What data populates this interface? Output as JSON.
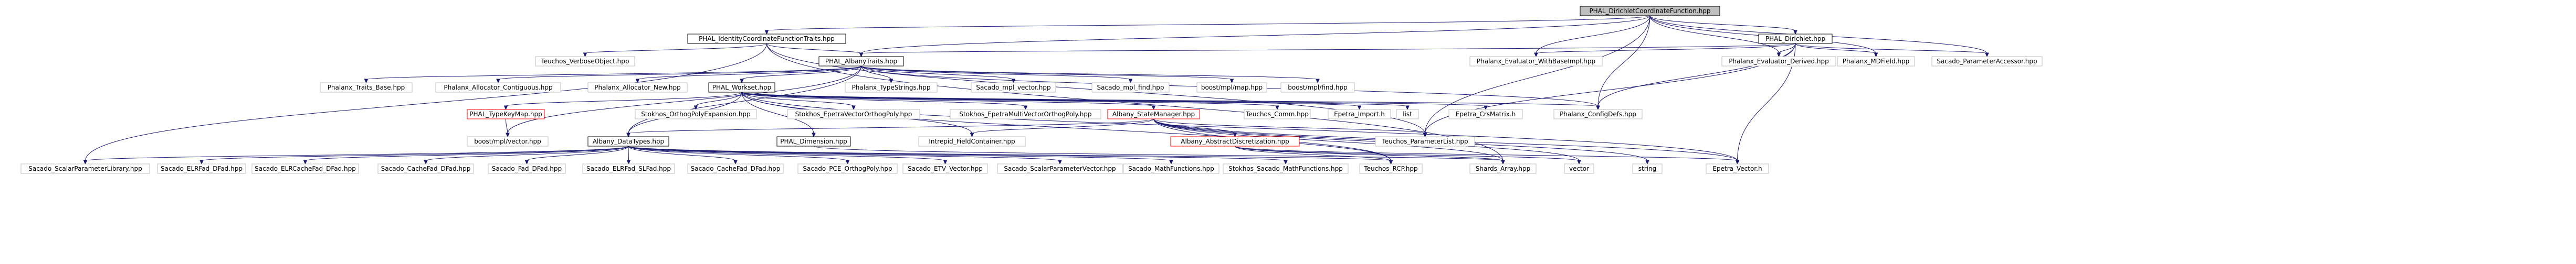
{
  "graph": {
    "nodes": [
      {
        "id": "root",
        "label": "PHAL_DirichletCoordinateFunction.hpp",
        "style": "root"
      },
      {
        "id": "ident",
        "label": "PHAL_IdentityCoordinateFunctionTraits.hpp",
        "style": "normal"
      },
      {
        "id": "dirichlet",
        "label": "PHAL_Dirichlet.hpp",
        "style": "normal"
      },
      {
        "id": "verbose",
        "label": "Teuchos_VerboseObject.hpp",
        "style": "gray"
      },
      {
        "id": "traits",
        "label": "PHAL_AlbanyTraits.hpp",
        "style": "normal"
      },
      {
        "id": "evalwbase",
        "label": "Phalanx_Evaluator_WithBaseImpl.hpp",
        "style": "gray"
      },
      {
        "id": "evalderived",
        "label": "Phalanx_Evaluator_Derived.hpp",
        "style": "gray"
      },
      {
        "id": "mdfield",
        "label": "Phalanx_MDField.hpp",
        "style": "gray"
      },
      {
        "id": "paramacc",
        "label": "Sacado_ParameterAccessor.hpp",
        "style": "gray"
      },
      {
        "id": "traitsbase",
        "label": "Phalanx_Traits_Base.hpp",
        "style": "gray"
      },
      {
        "id": "alloccont",
        "label": "Phalanx_Allocator_Contiguous.hpp",
        "style": "gray"
      },
      {
        "id": "allocnew",
        "label": "Phalanx_Allocator_New.hpp",
        "style": "gray"
      },
      {
        "id": "workset",
        "label": "PHAL_Workset.hpp",
        "style": "normal"
      },
      {
        "id": "typestrings",
        "label": "Phalanx_TypeStrings.hpp",
        "style": "gray"
      },
      {
        "id": "mplvector",
        "label": "Sacado_mpl_vector.hpp",
        "style": "gray"
      },
      {
        "id": "mplfind",
        "label": "Sacado_mpl_find.hpp",
        "style": "gray"
      },
      {
        "id": "boostmap",
        "label": "boost/mpl/map.hpp",
        "style": "gray"
      },
      {
        "id": "boostfind",
        "label": "boost/mpl/find.hpp",
        "style": "gray"
      },
      {
        "id": "typekeymap",
        "label": "PHAL_TypeKeyMap.hpp",
        "style": "red"
      },
      {
        "id": "orthopoly",
        "label": "Stokhos_OrthogPolyExpansion.hpp",
        "style": "gray"
      },
      {
        "id": "epetravec",
        "label": "Stokhos_EpetraVectorOrthogPoly.hpp",
        "style": "gray"
      },
      {
        "id": "epetramulti",
        "label": "Stokhos_EpetraMultiVectorOrthogPoly.hpp",
        "style": "gray"
      },
      {
        "id": "statemgr",
        "label": "Albany_StateManager.hpp",
        "style": "red"
      },
      {
        "id": "comm",
        "label": "Teuchos_Comm.hpp",
        "style": "gray"
      },
      {
        "id": "import",
        "label": "Epetra_Import.h",
        "style": "gray"
      },
      {
        "id": "list",
        "label": "list",
        "style": "gray"
      },
      {
        "id": "crs",
        "label": "Epetra_CrsMatrix.h",
        "style": "gray"
      },
      {
        "id": "configdefs",
        "label": "Phalanx_ConfigDefs.hpp",
        "style": "gray"
      },
      {
        "id": "boostvector",
        "label": "boost/mpl/vector.hpp",
        "style": "gray"
      },
      {
        "id": "datatypes",
        "label": "Albany_DataTypes.hpp",
        "style": "normal"
      },
      {
        "id": "dimension",
        "label": "PHAL_Dimension.hpp",
        "style": "normal"
      },
      {
        "id": "intrepid",
        "label": "Intrepid_FieldContainer.hpp",
        "style": "gray"
      },
      {
        "id": "absdisc",
        "label": "Albany_AbstractDiscretization.hpp",
        "style": "red"
      },
      {
        "id": "paramlist",
        "label": "Teuchos_ParameterList.hpp",
        "style": "gray"
      },
      {
        "id": "scalarlib",
        "label": "Sacado_ScalarParameterLibrary.hpp",
        "style": "gray"
      },
      {
        "id": "elrdfad",
        "label": "Sacado_ELRFad_DFad.hpp",
        "style": "gray"
      },
      {
        "id": "elrcache",
        "label": "Sacado_ELRCacheFad_DFad.hpp",
        "style": "gray"
      },
      {
        "id": "cachefad",
        "label": "Sacado_CacheFad_DFad.hpp",
        "style": "gray"
      },
      {
        "id": "faddfad",
        "label": "Sacado_Fad_DFad.hpp",
        "style": "gray"
      },
      {
        "id": "elrsfad",
        "label": "Sacado_ELRFad_SLFad.hpp",
        "style": "gray"
      },
      {
        "id": "cachedfad",
        "label": "Sacado_CacheFad_DFad.hpp",
        "style": "gray"
      },
      {
        "id": "pce",
        "label": "Sacado_PCE_OrthogPoly.hpp",
        "style": "gray"
      },
      {
        "id": "etv",
        "label": "Sacado_ETV_Vector.hpp",
        "style": "gray"
      },
      {
        "id": "scalarvec",
        "label": "Sacado_ScalarParameterVector.hpp",
        "style": "gray"
      },
      {
        "id": "mathfn",
        "label": "Sacado_MathFunctions.hpp",
        "style": "gray"
      },
      {
        "id": "stokhosmath",
        "label": "Stokhos_Sacado_MathFunctions.hpp",
        "style": "gray"
      },
      {
        "id": "rcp",
        "label": "Teuchos_RCP.hpp",
        "style": "gray"
      },
      {
        "id": "shards",
        "label": "Shards_Array.hpp",
        "style": "gray"
      },
      {
        "id": "vector",
        "label": "vector",
        "style": "gray"
      },
      {
        "id": "string",
        "label": "string",
        "style": "gray"
      },
      {
        "id": "epetravector",
        "label": "Epetra_Vector.h",
        "style": "gray"
      }
    ],
    "edges": [
      [
        "root",
        "ident"
      ],
      [
        "root",
        "dirichlet"
      ],
      [
        "root",
        "traits"
      ],
      [
        "root",
        "evalwbase"
      ],
      [
        "root",
        "evalderived"
      ],
      [
        "root",
        "mdfield"
      ],
      [
        "root",
        "paramacc"
      ],
      [
        "root",
        "configdefs"
      ],
      [
        "root",
        "paramlist"
      ],
      [
        "ident",
        "verbose"
      ],
      [
        "ident",
        "traits"
      ],
      [
        "ident",
        "scalarlib"
      ],
      [
        "ident",
        "shards"
      ],
      [
        "ident",
        "paramlist"
      ],
      [
        "dirichlet",
        "traits"
      ],
      [
        "dirichlet",
        "evalwbase"
      ],
      [
        "dirichlet",
        "evalderived"
      ],
      [
        "dirichlet",
        "mdfield"
      ],
      [
        "dirichlet",
        "paramacc"
      ],
      [
        "dirichlet",
        "configdefs"
      ],
      [
        "dirichlet",
        "paramlist"
      ],
      [
        "dirichlet",
        "epetravector"
      ],
      [
        "traits",
        "traitsbase"
      ],
      [
        "traits",
        "alloccont"
      ],
      [
        "traits",
        "allocnew"
      ],
      [
        "traits",
        "workset"
      ],
      [
        "traits",
        "typestrings"
      ],
      [
        "traits",
        "mplvector"
      ],
      [
        "traits",
        "mplfind"
      ],
      [
        "traits",
        "boostmap"
      ],
      [
        "traits",
        "boostfind"
      ],
      [
        "traits",
        "configdefs"
      ],
      [
        "traits",
        "datatypes"
      ],
      [
        "traits",
        "boostvector"
      ],
      [
        "workset",
        "typekeymap"
      ],
      [
        "workset",
        "orthopoly"
      ],
      [
        "workset",
        "epetravec"
      ],
      [
        "workset",
        "epetramulti"
      ],
      [
        "workset",
        "statemgr"
      ],
      [
        "workset",
        "comm"
      ],
      [
        "workset",
        "import"
      ],
      [
        "workset",
        "list"
      ],
      [
        "workset",
        "crs"
      ],
      [
        "workset",
        "configdefs"
      ],
      [
        "workset",
        "dimension"
      ],
      [
        "workset",
        "intrepid"
      ],
      [
        "workset",
        "datatypes"
      ],
      [
        "workset",
        "rcp"
      ],
      [
        "workset",
        "epetravector"
      ],
      [
        "typekeymap",
        "boostvector"
      ],
      [
        "statemgr",
        "absdisc"
      ],
      [
        "statemgr",
        "paramlist"
      ],
      [
        "statemgr",
        "intrepid"
      ],
      [
        "statemgr",
        "datatypes"
      ],
      [
        "statemgr",
        "rcp"
      ],
      [
        "statemgr",
        "vector"
      ],
      [
        "statemgr",
        "string"
      ],
      [
        "statemgr",
        "epetravector"
      ],
      [
        "statemgr",
        "shards"
      ],
      [
        "datatypes",
        "scalarlib"
      ],
      [
        "datatypes",
        "elrdfad"
      ],
      [
        "datatypes",
        "elrcache"
      ],
      [
        "datatypes",
        "cachefad"
      ],
      [
        "datatypes",
        "faddfad"
      ],
      [
        "datatypes",
        "elrsfad"
      ],
      [
        "datatypes",
        "cachedfad"
      ],
      [
        "datatypes",
        "pce"
      ],
      [
        "datatypes",
        "etv"
      ],
      [
        "datatypes",
        "scalarvec"
      ],
      [
        "datatypes",
        "mathfn"
      ],
      [
        "datatypes",
        "stokhosmath"
      ],
      [
        "datatypes",
        "rcp"
      ],
      [
        "dimension",
        "shards"
      ],
      [
        "absdisc",
        "rcp"
      ],
      [
        "absdisc",
        "shards"
      ],
      [
        "absdisc",
        "vector"
      ],
      [
        "absdisc",
        "epetravector"
      ]
    ]
  },
  "colors": {
    "edge": "#191970",
    "root_fill": "#bfbfbf",
    "normal_fill": "#ffffff",
    "gray_border": "#bfbfbf",
    "red_border": "#ff0000"
  }
}
